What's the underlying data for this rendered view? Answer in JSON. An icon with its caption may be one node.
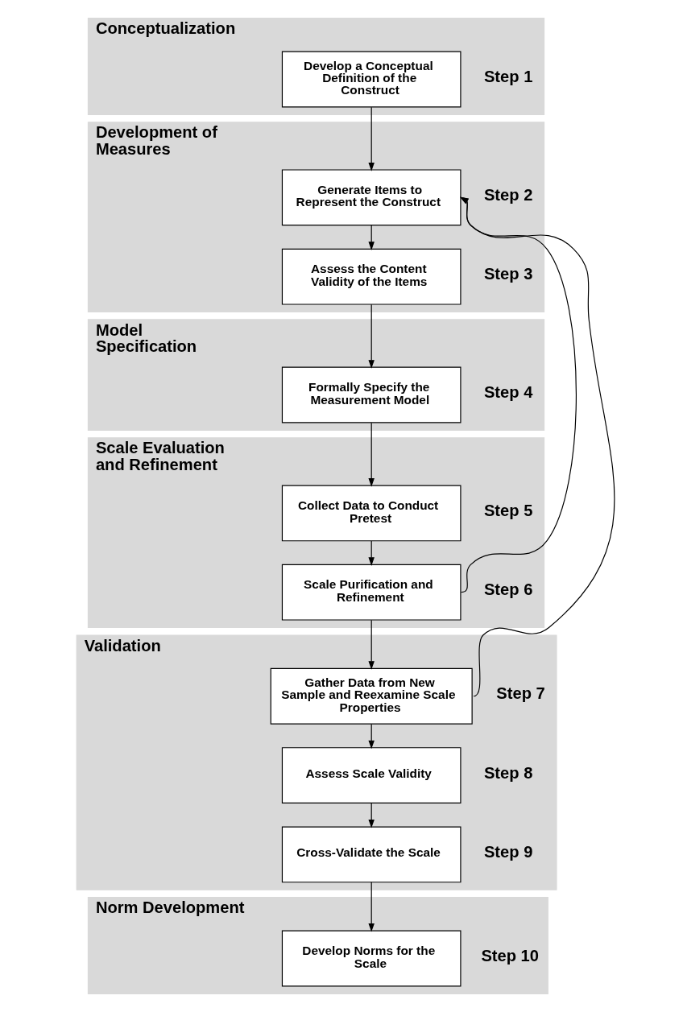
{
  "diagram": {
    "nodes": [
      {
        "text": [
          "Conceptualization"
        ]
      },
      {
        "text": [
          "Develop a Conceptual Definition of the Construct"
        ],
        "in": 0,
        "beside": [
          "Step 1"
        ]
      },
      {
        "text": [
          "Development of Measures"
        ]
      },
      {
        "text": [
          "Generate Items to Represent the Construct"
        ],
        "in": 2,
        "beside": [
          "Step 2"
        ]
      },
      {
        "text": [
          "Assess the Content Validity of the Items"
        ],
        "in": 2,
        "beside": [
          "Step 3"
        ]
      },
      {
        "text": [
          "Model Specification"
        ]
      },
      {
        "text": [
          "Formally Specify the Measurement Model"
        ],
        "in": 5,
        "beside": [
          "Step 4"
        ]
      },
      {
        "text": [
          "Scale Evaluation and Refinement"
        ]
      },
      {
        "text": [
          "Collect Data to Conduct Pretest"
        ],
        "in": 7,
        "beside": [
          "Step 5"
        ]
      },
      {
        "text": [
          "Scale Purification and Refinement"
        ],
        "in": 7,
        "beside": [
          "Step 6"
        ]
      },
      {
        "text": [
          "Validation"
        ]
      },
      {
        "text": [
          "Gather Data from New Sample and Reexamine Scale Properties"
        ],
        "in": 10,
        "beside": [
          "Step 7"
        ]
      },
      {
        "text": [
          "Assess Scale Validity"
        ],
        "in": 10,
        "beside": [
          "Step 8"
        ]
      },
      {
        "text": [
          "Cross-Validate the Scale"
        ],
        "in": 10,
        "beside": [
          "Step 9"
        ]
      },
      {
        "text": [
          "Norm Development"
        ]
      },
      {
        "text": [
          "Develop Norms for the Scale"
        ],
        "in": 14,
        "beside": [
          "Step 10"
        ]
      }
    ],
    "edges": [
      {
        "from": 1,
        "to": 3,
        "arrow": "to"
      },
      {
        "from": 3,
        "to": 4,
        "arrow": "to"
      },
      {
        "from": 4,
        "to": 6,
        "arrow": "to"
      },
      {
        "from": 6,
        "to": 8,
        "arrow": "to"
      },
      {
        "from": 8,
        "to": 9,
        "arrow": "to"
      },
      {
        "from": 9,
        "to": 11,
        "arrow": "to"
      },
      {
        "from": 11,
        "to": 12,
        "arrow": "to"
      },
      {
        "from": 12,
        "to": 13,
        "arrow": "to"
      },
      {
        "from": 13,
        "to": 15,
        "arrow": "to"
      },
      {
        "from": 9,
        "to": 3,
        "arrow": "to"
      },
      {
        "from": 11,
        "to": 3,
        "arrow": "to"
      }
    ]
  }
}
